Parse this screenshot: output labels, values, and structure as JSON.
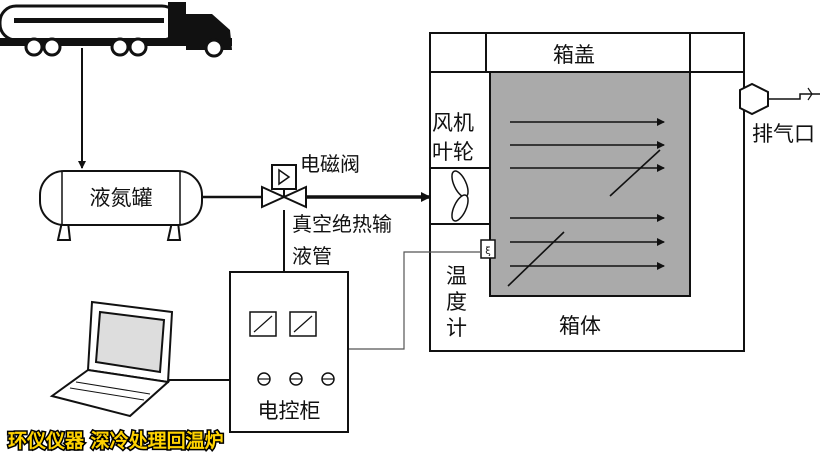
{
  "labels": {
    "tank": "液氮罐",
    "valve": "电磁阀",
    "pipe_line1": "真空绝热输",
    "pipe_line2": "液管",
    "lid": "箱盖",
    "fan_line1": "风机",
    "fan_line2": "叶轮",
    "thermo_line1": "温",
    "thermo_line2": "度",
    "thermo_line3": "计",
    "body": "箱体",
    "exhaust": "排气口",
    "cabinet": "电控柜"
  },
  "watermark": "环仪仪器 深冷处理回温炉",
  "colors": {
    "chamber_fill": "#aaaaaa",
    "line": "#111111",
    "watermark_text": "#ffd200"
  }
}
